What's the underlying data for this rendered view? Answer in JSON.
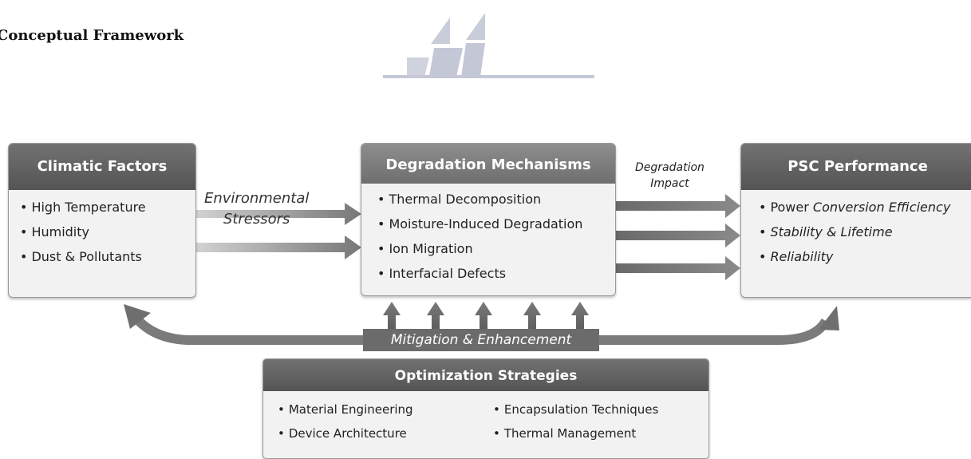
{
  "page_title": "Conceptual Framework",
  "climatic_factors": {
    "title": "Climatic Factors",
    "items": [
      "High Temperature",
      "Humidity",
      "Dust & Pollutants"
    ]
  },
  "environmental_stressors": {
    "line1": "Environmental",
    "line2": "Stressors"
  },
  "degradation_mechanisms": {
    "title": "Degradation Mechanisms",
    "items": [
      "Thermal Decomposition",
      "Moisture-Induced Degradation",
      "Ion Migration",
      "Interfacial Defects"
    ]
  },
  "degradation_impact": {
    "line1": "Degradation",
    "line2": "Impact"
  },
  "psc_performance": {
    "title": "PSC Performance",
    "items": [
      {
        "prefix": "Power",
        "rest": " Conversion Efficiency"
      },
      {
        "prefix": "",
        "rest": "Stability & Lifetime"
      },
      {
        "prefix": "",
        "rest": "Reliability"
      }
    ]
  },
  "mitigation_label": "Mitigation & Enhancement",
  "optimization_strategies": {
    "title": "Optimization Strategies",
    "left_items": [
      "Material Engineering",
      "Device Architecture"
    ],
    "right_items": [
      "Encapsulation Techniques",
      "Thermal Management"
    ]
  },
  "colors": {
    "header_dark": "#5a5a5a",
    "box_fill": "#f2f2f2",
    "arrow": "#6f6f6f",
    "logo": "#c4c8d6"
  },
  "icons": {
    "bullet": "•",
    "logo": "watermark-logo-icon"
  }
}
